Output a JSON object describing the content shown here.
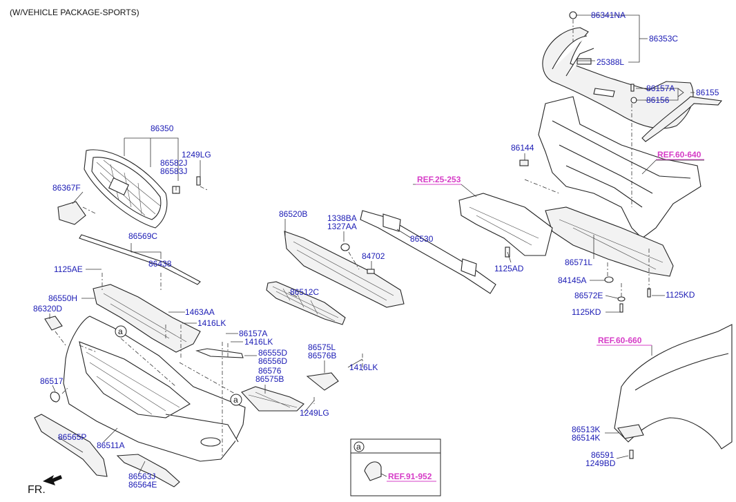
{
  "header": {
    "title": "(W/VEHICLE PACKAGE-SPORTS)"
  },
  "orientation": {
    "label": "FR."
  },
  "detail_marker": "a",
  "refs": {
    "r1": "REF.25-253",
    "r2": "REF.60-640",
    "r3": "REF.60-660",
    "r4": "REF.91-952"
  },
  "labels": {
    "p86341NA": "86341NA",
    "p86353C": "86353C",
    "p25388L": "25388L",
    "p86157A_top": "86157A",
    "p86155": "86155",
    "p86156": "86156",
    "p86144": "86144",
    "p86571L": "86571L",
    "p1125AD": "1125AD",
    "p84145A": "84145A",
    "p86572E": "86572E",
    "p1125KD_a": "1125KD",
    "p1125KD_b": "1125KD",
    "p86350": "86350",
    "p86582J": "86582J",
    "p86583J": "86583J",
    "p1249LG_top": "1249LG",
    "p86367F": "86367F",
    "p86569C": "86569C",
    "p86438": "86438",
    "p1125AE": "1125AE",
    "p86550H": "86550H",
    "p86320D": "86320D",
    "p1463AA": "1463AA",
    "p1416LK_a": "1416LK",
    "p86157A_mid": "86157A",
    "p1416LK_b": "1416LK",
    "p86555D": "86555D",
    "p86556D": "86556D",
    "p86520B": "86520B",
    "p1338BA": "1338BA",
    "p1327AA": "1327AA",
    "p86530": "86530",
    "p84702": "84702",
    "p86512C": "86512C",
    "p86575L": "86575L",
    "p86576B": "86576B",
    "p1416LK_c": "1416LK",
    "p86576": "86576",
    "p86575B": "86575B",
    "p1249LG_bot": "1249LG",
    "p86517": "86517",
    "p86565P": "86565P",
    "p86511A": "86511A",
    "p86563J": "86563J",
    "p86564E": "86564E",
    "p86513K": "86513K",
    "p86514K": "86514K",
    "p86591": "86591",
    "p1249BD": "1249BD"
  }
}
